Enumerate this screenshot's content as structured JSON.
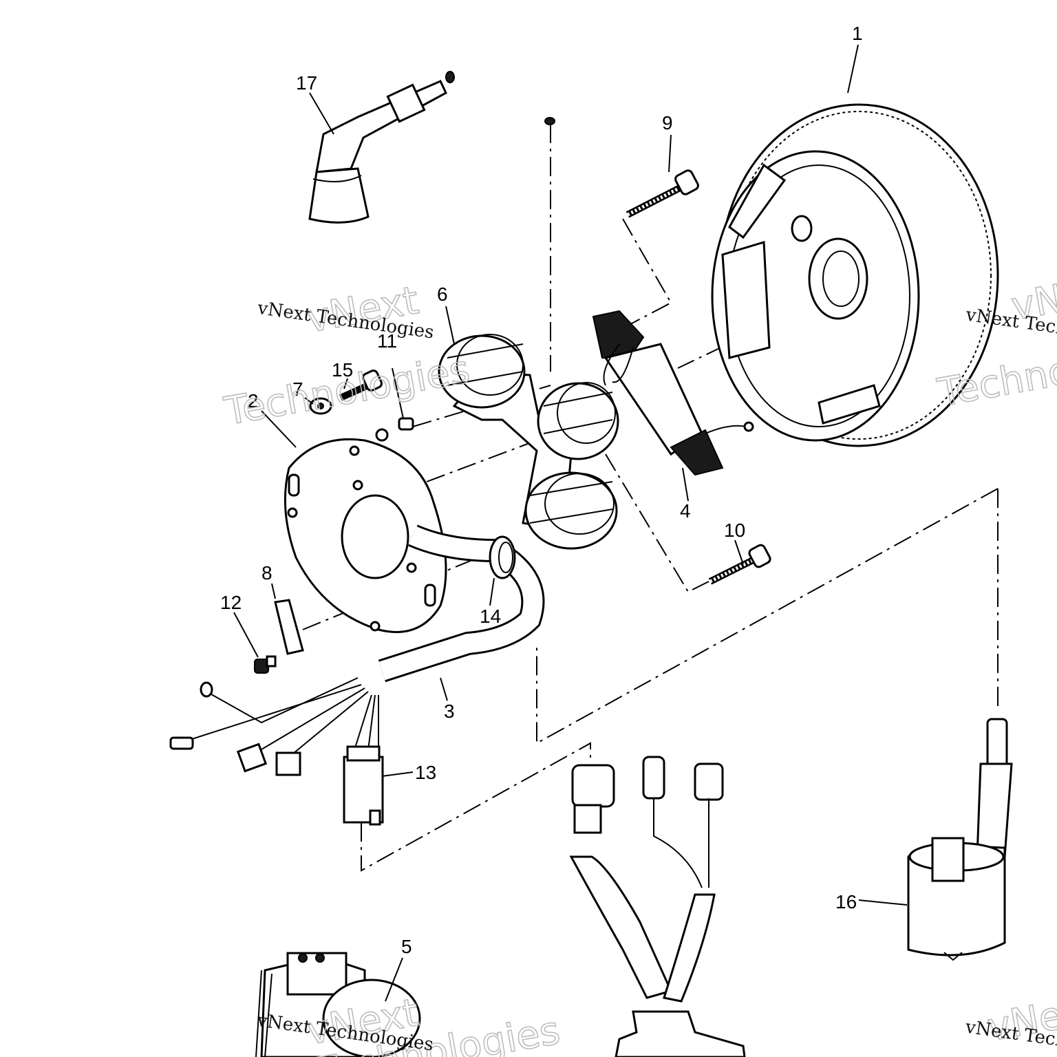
{
  "diagram": {
    "callouts": [
      "1",
      "2",
      "3",
      "4",
      "5",
      "6",
      "7",
      "8",
      "9",
      "10",
      "11",
      "12",
      "13",
      "14",
      "15",
      "16",
      "17"
    ],
    "watermark": {
      "line_text": "vNext Technologies",
      "outline_word_1": "vNext",
      "outline_word_2": "Technologies"
    }
  }
}
